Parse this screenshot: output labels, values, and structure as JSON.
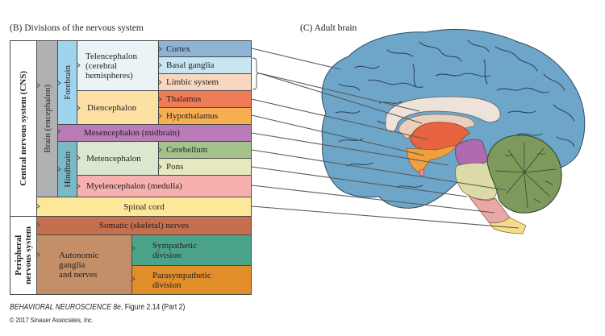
{
  "panel_b": {
    "title": "(B)  Divisions of the nervous system",
    "cns_label": "Central nervous system (CNS)",
    "brain_label": "Brain (encephalon)",
    "forebrain_label": "Forebrain",
    "hindbrain_label": "Hindbrain",
    "pns_label_line1": "Peripheral",
    "pns_label_line2": "nervous system",
    "telencephalon": "Telencephalon (cerebral hemispheres)",
    "telencephalon_lines": [
      "Telencephalon",
      "(cerebral",
      "hemispheres)"
    ],
    "diencephalon": "Diencephalon",
    "mesencephalon": "Mesencephalon (midbrain)",
    "metencephalon": "Metencephalon",
    "myelencephalon": "Myelencephalon (medulla)",
    "myelencephalon_display": "Myelencephalo​n(medulla)",
    "spinal_cord": "Spinal cord",
    "somatic": "Somatic (skeletal) nerves",
    "autonomic_lines": [
      "Autonomic",
      "ganglia",
      "and nerves"
    ],
    "sympathetic_lines": [
      "Sympathetic",
      "division"
    ],
    "parasympathetic_lines": [
      "Parasympathetic",
      "division"
    ],
    "leaves": {
      "cortex": "Cortex",
      "basal_ganglia": "Basal ganglia",
      "limbic_system": "Limbic system",
      "thalamus": "Thalamus",
      "hypothalamus": "Hypothalamus",
      "cerebellum": "Cerebellum",
      "pons": "Pons"
    }
  },
  "panel_c": {
    "title": "(C)  Adult brain"
  },
  "credit": {
    "book": "BEHAVIORAL NEUROSCIENCE 8e",
    "figure": ", Figure 2.14 (Part 2)",
    "copyright": "© 2017 Sinauer Associates, Inc."
  },
  "colors": {
    "cns_bg": "#ffffff",
    "brain_bg": "#b0b1b3",
    "forebrain_bg": "#9fd3ee",
    "hindbrain_bg": "#7bb9c4",
    "telencephalon_bg": "#eaf4f7",
    "diencephalon_bg": "#fde0a4",
    "cortex_bg": "#8eb3d4",
    "basal_ganglia_bg": "#c7e6f2",
    "limbic_bg": "#f8d6c0",
    "thalamus_bg": "#ef7b57",
    "hypothalamus_bg": "#f9ae52",
    "mesencephalon_bg": "#b97cb8",
    "metencephalon_bg": "#d9e8cf",
    "cerebellum_bg": "#a4c38c",
    "pons_bg": "#e6e9bf",
    "myelencephalon_bg": "#f6b0ad",
    "spinal_bg": "#fde89a",
    "somatic_bg": "#c46f4e",
    "autonomic_bg": "#c48e68",
    "sympathetic_bg": "#4ba48a",
    "parasympathetic_bg": "#e18d2a",
    "brain_blue": "#6ea6c9",
    "leader_line": "#555555"
  }
}
